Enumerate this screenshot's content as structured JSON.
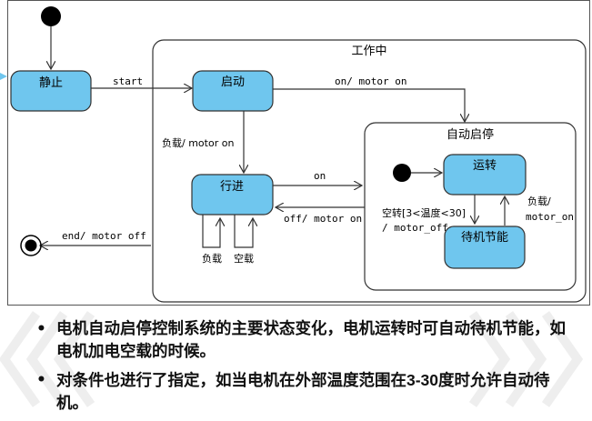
{
  "states": {
    "idle": "静止",
    "working": "工作中",
    "starting": "启动",
    "moving": "行进",
    "auto": "自动启停",
    "running": "运转",
    "standby": "待机节能"
  },
  "transitions": {
    "start": "start",
    "on_motor_on": "on/ motor on",
    "load_motor_on": "负载/ motor on",
    "on": "on",
    "off_motor_on": "off/ motor on",
    "end_motor_off": "end/ motor off",
    "load": "负载",
    "noload": "空载",
    "guard_line1": "空转[3<温度<30]",
    "guard_line2": "/ motor_off",
    "load_motor_on2_line1": "负载/",
    "load_motor_on2_line2": "motor_on"
  },
  "bullets": [
    {
      "text": "电机自动启停控制系统的主要状态变化，电机运转时可自动待机节能，如电机加电空载的时候。"
    },
    {
      "text_before": "对条件也进行了指定，如当电机在外部温度范围在",
      "highlight": "3-30",
      "text_after": "度时允许自动待机。"
    }
  ],
  "colors": {
    "state_fill": "#6fc6ee",
    "line": "#333333"
  }
}
